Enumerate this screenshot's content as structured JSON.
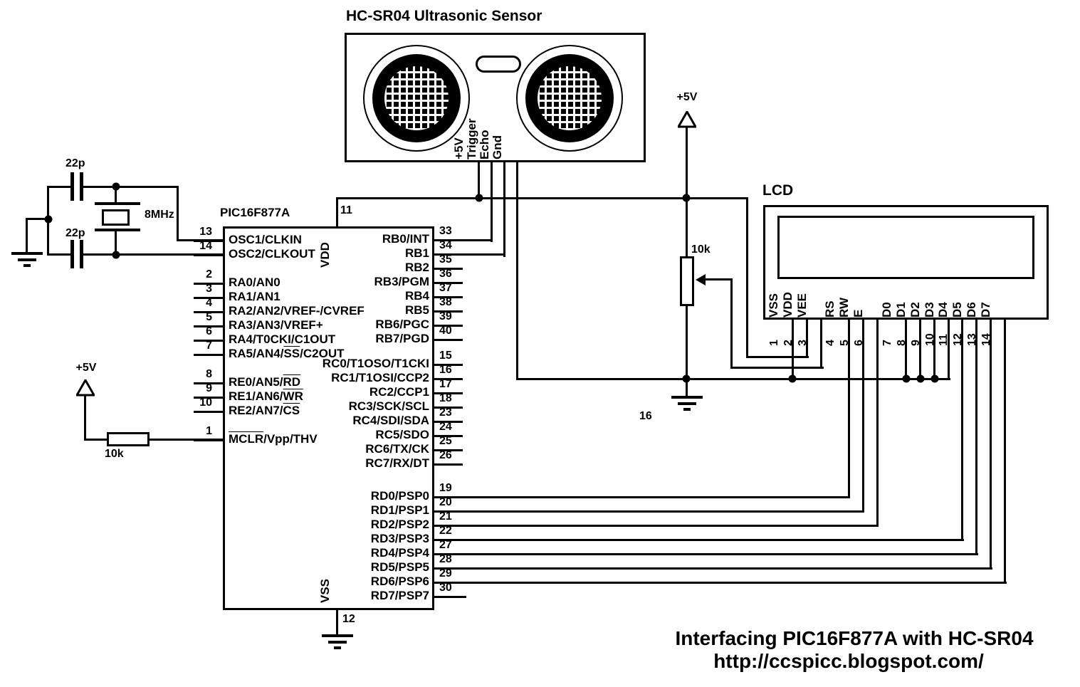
{
  "titles": {
    "sensor": "HC-SR04 Ultrasonic Sensor",
    "lcd": "LCD",
    "pic": "PIC16F877A",
    "caption_line1": "Interfacing PIC16F877A with HC-SR04",
    "caption_line2": "http://ccspicc.blogspot.com/"
  },
  "sensor": {
    "pins": [
      "+5V",
      "Trigger",
      "Echo",
      "Gnd"
    ]
  },
  "pic": {
    "vdd_label": "VDD",
    "vss_label": "VSS",
    "vdd_pin_number": "11",
    "vss_pin_number": "12",
    "left_pins": [
      {
        "number": "13",
        "pre": "OSC1/CLKIN",
        "over": "",
        "post": ""
      },
      {
        "number": "14",
        "pre": "OSC2/CLKOUT",
        "over": "",
        "post": ""
      },
      {
        "number": "2",
        "pre": "RA0/AN0",
        "over": "",
        "post": ""
      },
      {
        "number": "3",
        "pre": "RA1/AN1",
        "over": "",
        "post": ""
      },
      {
        "number": "4",
        "pre": "RA2/AN2/VREF-/CVREF",
        "over": "",
        "post": ""
      },
      {
        "number": "5",
        "pre": "RA3/AN3/VREF+",
        "over": "",
        "post": ""
      },
      {
        "number": "6",
        "pre": "RA4/T0CKI/C1OUT",
        "over": "",
        "post": ""
      },
      {
        "number": "7",
        "pre": "RA5/AN4/",
        "over": "SS",
        "post": "/C2OUT"
      },
      {
        "number": "8",
        "pre": "RE0/AN5/",
        "over": "RD",
        "post": ""
      },
      {
        "number": "9",
        "pre": "RE1/AN6/",
        "over": "WR",
        "post": ""
      },
      {
        "number": "10",
        "pre": "RE2/AN7/",
        "over": "CS",
        "post": ""
      },
      {
        "number": "1",
        "pre": "",
        "over": "MCLR",
        "post": "/Vpp/THV"
      }
    ],
    "right_pins": [
      {
        "number": "33",
        "label": "RB0/INT"
      },
      {
        "number": "34",
        "label": "RB1"
      },
      {
        "number": "35",
        "label": "RB2"
      },
      {
        "number": "36",
        "label": "RB3/PGM"
      },
      {
        "number": "37",
        "label": "RB4"
      },
      {
        "number": "38",
        "label": "RB5"
      },
      {
        "number": "39",
        "label": "RB6/PGC"
      },
      {
        "number": "40",
        "label": "RB7/PGD"
      },
      {
        "number": "15",
        "label": "RC0/T1OSO/T1CKI"
      },
      {
        "number": "16",
        "label": "RC1/T1OSI/CCP2"
      },
      {
        "number": "17",
        "label": "RC2/CCP1"
      },
      {
        "number": "18",
        "label": "RC3/SCK/SCL"
      },
      {
        "number": "23",
        "label": "RC4/SDI/SDA"
      },
      {
        "number": "24",
        "label": "RC5/SDO"
      },
      {
        "number": "25",
        "label": "RC6/TX/CK"
      },
      {
        "number": "26",
        "label": "RC7/RX/DT"
      },
      {
        "number": "19",
        "label": "RD0/PSP0"
      },
      {
        "number": "20",
        "label": "RD1/PSP1"
      },
      {
        "number": "21",
        "label": "RD2/PSP2"
      },
      {
        "number": "22",
        "label": "RD3/PSP3"
      },
      {
        "number": "27",
        "label": "RD4/PSP4"
      },
      {
        "number": "28",
        "label": "RD5/PSP5"
      },
      {
        "number": "29",
        "label": "RD6/PSP6"
      },
      {
        "number": "30",
        "label": "RD7/PSP7"
      }
    ]
  },
  "lcd": {
    "pins": [
      {
        "number": "1",
        "label": "VSS"
      },
      {
        "number": "2",
        "label": "VDD"
      },
      {
        "number": "3",
        "label": "VEE"
      },
      {
        "number": "4",
        "label": "RS"
      },
      {
        "number": "5",
        "label": "RW"
      },
      {
        "number": "6",
        "label": "E"
      },
      {
        "number": "7",
        "label": "D0"
      },
      {
        "number": "8",
        "label": "D1"
      },
      {
        "number": "9",
        "label": "D2"
      },
      {
        "number": "10",
        "label": "D3"
      },
      {
        "number": "11",
        "label": "D4"
      },
      {
        "number": "12",
        "label": "D5"
      },
      {
        "number": "13",
        "label": "D6"
      },
      {
        "number": "14",
        "label": "D7"
      }
    ]
  },
  "components": {
    "cap_top": "22p",
    "cap_bottom": "22p",
    "crystal": "8MHz",
    "mclr_resistor": "10k",
    "pot": "10k",
    "supply_mclr": "+5V",
    "supply_lcd": "+5V",
    "net16": "16"
  },
  "colors": {
    "ink": "#000000",
    "paper": "#ffffff"
  }
}
